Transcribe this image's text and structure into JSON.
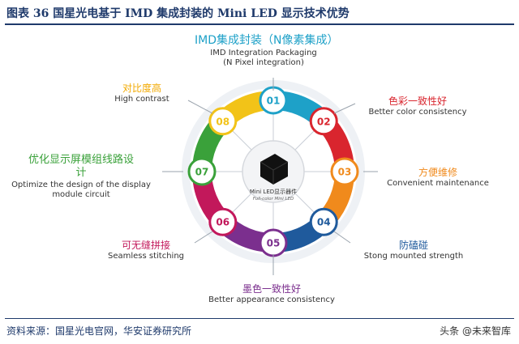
{
  "title": "图表 36  国星光电基于 IMD 集成封装的 Mini LED 显示技术优势",
  "source": "资料来源：国星光电官网，华安证券研究所",
  "watermark": "头条 @未来智库",
  "center": {
    "label_cn": "Mini LED显示器件",
    "label_en": "Full-color Mini LED"
  },
  "nodes": [
    {
      "num": "01",
      "color": "#1ea1c8",
      "cn": "IMD集成封装（N像素集成）",
      "en": "IMD Integration Packaging",
      "en2": "(N Pixel integration)"
    },
    {
      "num": "02",
      "color": "#d9252e",
      "cn": "色彩一致性好",
      "en": "Better color consistency",
      "en2": ""
    },
    {
      "num": "03",
      "color": "#f08a1c",
      "cn": "方便维修",
      "en": "Convenient maintenance",
      "en2": ""
    },
    {
      "num": "04",
      "color": "#1f5a9c",
      "cn": "防磕碰",
      "en": "Stong mounted strength",
      "en2": ""
    },
    {
      "num": "05",
      "color": "#7b2f8e",
      "cn": "墨色一致性好",
      "en": "Better appearance consistency",
      "en2": ""
    },
    {
      "num": "06",
      "color": "#c2185b",
      "cn": "可无缝拼接",
      "en": "Seamless stitching",
      "en2": ""
    },
    {
      "num": "07",
      "color": "#3aa13a",
      "cn": "优化显示屏模组线路设计",
      "en": "Optimize the design of the display",
      "en2": "module circuit"
    },
    {
      "num": "08",
      "color": "#f2c318",
      "cn": "对比度高",
      "en": "High contrast",
      "en2": ""
    }
  ]
}
